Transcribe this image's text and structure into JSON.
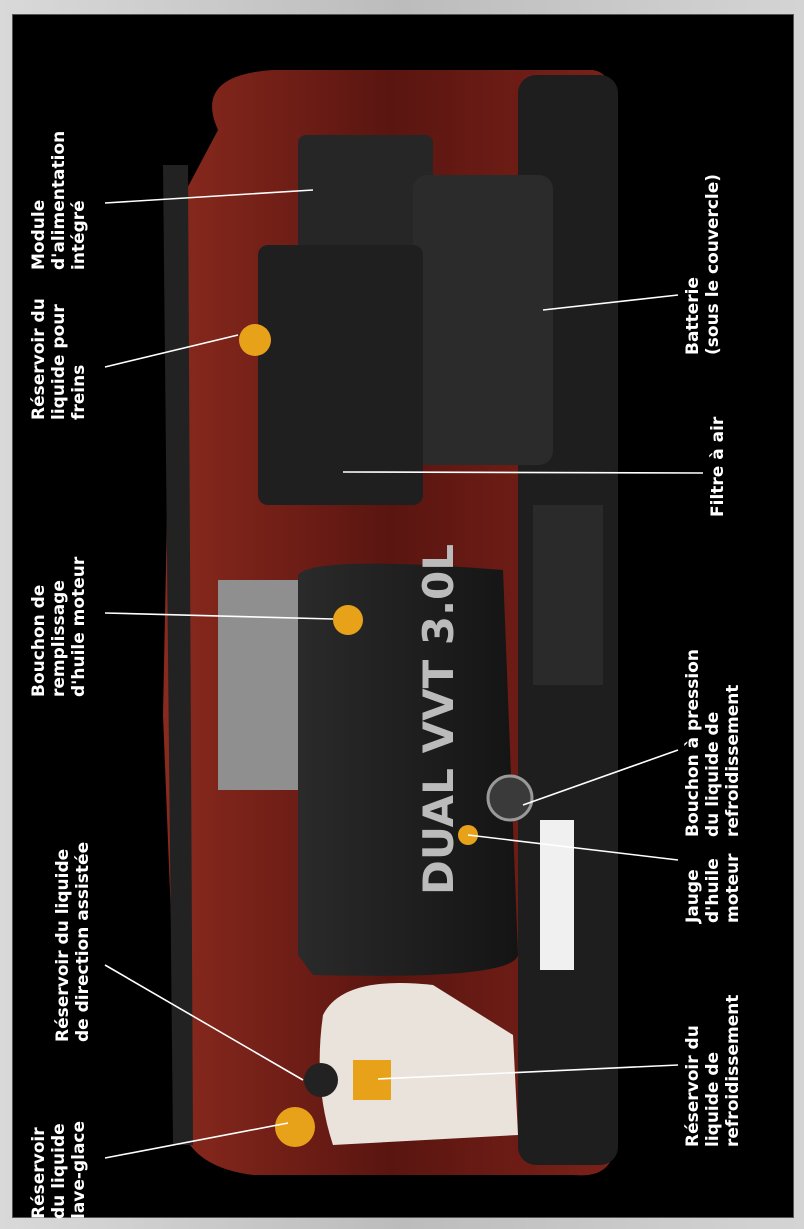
{
  "labels": {
    "module_alimentation": "Module\nd'alimentation\nintégré",
    "reservoir_freins": "Réservoir du\nliquide pour\nfreins",
    "bouchon_huile": "Bouchon de\nremplissage\nd'huile moteur",
    "reservoir_direction": "Réservoir du liquide\nde direction assistée",
    "reservoir_lave_glace": "Réservoir\ndu liquide\nlave-glace",
    "batterie": "Batterie\n(sous le couvercle)",
    "filtre_air": "Filtre à air",
    "bouchon_pression": "Bouchon à pression\ndu liquide de\nrefroidissement",
    "jauge_huile": "Jauge\nd'huile\nmoteur",
    "reservoir_refroidissement": "Réservoir du\nliquide de\nrefroidissement"
  },
  "engine_cover_text": "DUAL VVT 3.0L",
  "colors": {
    "body_paint": "#6e1a14",
    "black_plastic": "#1c1c1c",
    "cap_yellow": "#e8a21a"
  }
}
